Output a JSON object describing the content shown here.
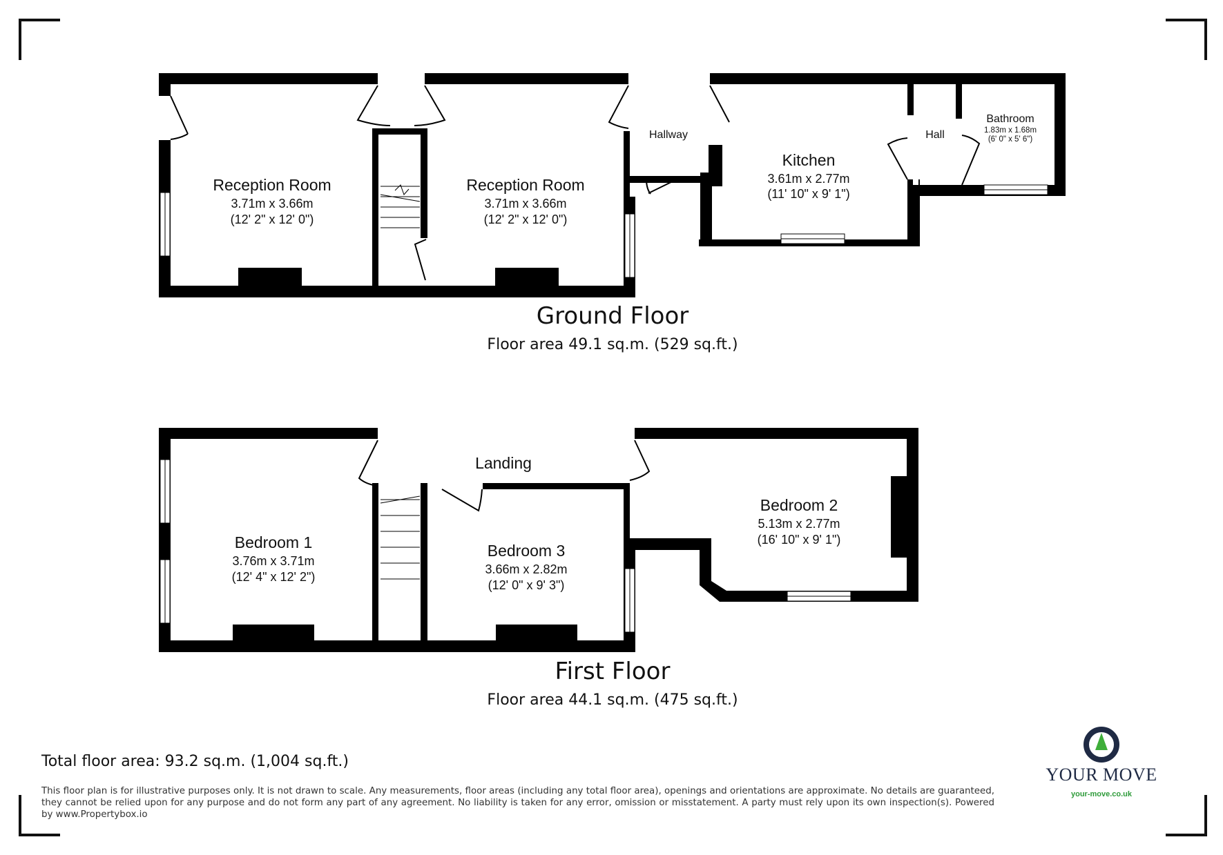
{
  "ground_floor": {
    "title": "Ground Floor",
    "area": "Floor area 49.1 sq.m. (529 sq.ft.)",
    "rooms": {
      "reception_1": {
        "name": "Reception Room",
        "metric": "3.71m x 3.66m",
        "imperial": "(12' 2\" x 12' 0\")"
      },
      "reception_2": {
        "name": "Reception Room",
        "metric": "3.71m x 3.66m",
        "imperial": "(12' 2\" x 12' 0\")"
      },
      "hallway": {
        "name": "Hallway"
      },
      "kitchen": {
        "name": "Kitchen",
        "metric": "3.61m x 2.77m",
        "imperial": "(11' 10\" x 9' 1\")"
      },
      "hall": {
        "name": "Hall"
      },
      "bathroom": {
        "name": "Bathroom",
        "metric": "1.83m x 1.68m",
        "imperial": "(6' 0\" x 5' 6\")"
      }
    }
  },
  "first_floor": {
    "title": "First Floor",
    "area": "Floor area 44.1 sq.m. (475 sq.ft.)",
    "rooms": {
      "landing": {
        "name": "Landing"
      },
      "bedroom_1": {
        "name": "Bedroom 1",
        "metric": "3.76m x 3.71m",
        "imperial": "(12' 4\" x 12' 2\")"
      },
      "bedroom_3": {
        "name": "Bedroom 3",
        "metric": "3.66m x 2.82m",
        "imperial": "(12' 0\" x 9' 3\")"
      },
      "bedroom_2": {
        "name": "Bedroom 2",
        "metric": "5.13m x 2.77m",
        "imperial": "(16' 10\" x 9' 1\")"
      }
    }
  },
  "total_area": "Total floor area: 93.2 sq.m. (1,004 sq.ft.)",
  "disclaimer": "This floor plan is for illustrative purposes only. It is not drawn to scale. Any measurements, floor areas (including any total floor area), openings and orientations are approximate. No details are guaranteed, they cannot be relied upon for any purpose and do not form any part of any agreement. No liability is taken for any error, omission or misstatement. A party must rely upon its own inspection(s). Powered by www.Propertybox.io",
  "logo": {
    "name": "YOUR MOVE",
    "url": "your-move.co.uk",
    "colors": {
      "ring": "#1f2a44",
      "leaf": "#3fae3a",
      "text": "#1f2a44",
      "url": "#2e9b3a"
    }
  },
  "colors": {
    "wall": "#000000",
    "background": "#ffffff",
    "text": "#111111"
  }
}
